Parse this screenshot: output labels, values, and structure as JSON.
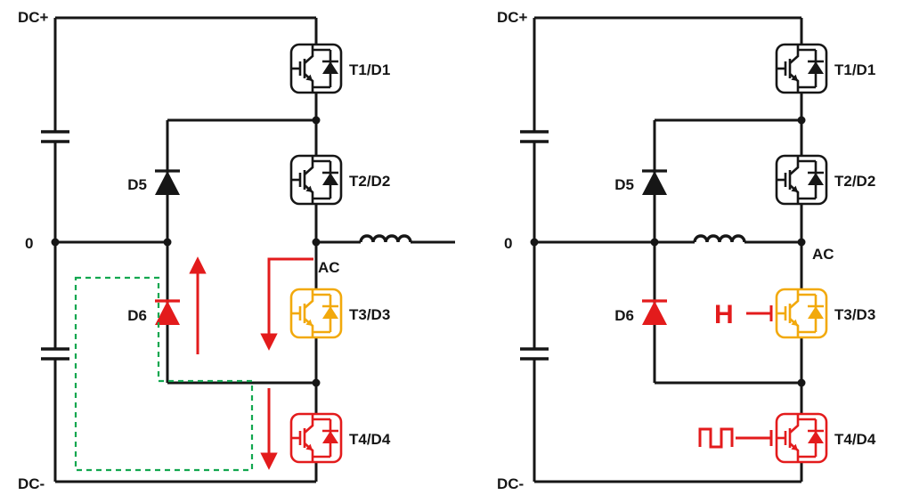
{
  "palette": {
    "wire_black": "#161616",
    "module_yellow": "#F2A90C",
    "module_red": "#E31B1C",
    "loop_green": "#12A74F"
  },
  "left_circuit": {
    "labels": {
      "dc_plus": "DC+",
      "dc_minus": "DC-",
      "neutral": "0",
      "d5": "D5",
      "d6": "D6",
      "ac": "AC",
      "t1": "T1/D1",
      "t2": "T2/D2",
      "t3": "T3/D3",
      "t4": "T4/D4"
    }
  },
  "right_circuit": {
    "labels": {
      "dc_plus": "DC+",
      "dc_minus": "DC-",
      "neutral": "0",
      "d5": "D5",
      "d6": "D6",
      "ac": "AC",
      "t1": "T1/D1",
      "t2": "T2/D2",
      "t3": "T3/D3",
      "t4": "T4/D4",
      "gate_signal": "H"
    }
  }
}
